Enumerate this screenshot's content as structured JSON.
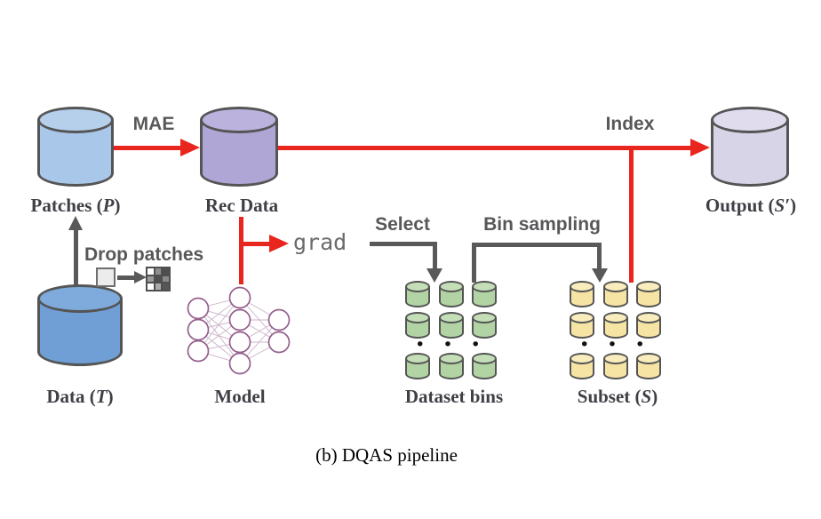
{
  "diagram": {
    "caption": "(b) DQAS pipeline",
    "nodes": {
      "patches": {
        "pre": "Patches (",
        "var": "P",
        "post": ")"
      },
      "rec_data": {
        "pre": "Rec Data"
      },
      "output": {
        "pre": "Output (",
        "var": "S′",
        "post": ")"
      },
      "data": {
        "pre": "Data (",
        "var": "T",
        "post": ")"
      },
      "model": {
        "pre": "Model"
      },
      "dataset_bins": {
        "pre": "Dataset bins"
      },
      "subset": {
        "pre": "Subset (",
        "var": "S",
        "post": ")"
      }
    },
    "edges": {
      "mae": "MAE",
      "index": "Index",
      "drop_patches": "Drop patches",
      "grad": "grad",
      "select": "Select",
      "bin_sampling": "Bin sampling"
    },
    "ellipsis": "• • •",
    "colors": {
      "red_arrow": "#e9261d",
      "gray_arrow": "#595959",
      "cylinder_stroke": "#555555",
      "patches_fill": "#a9c7e8",
      "data_fill": "#6f9fd4",
      "rec_data_fill": "#b0a6d6",
      "output_fill": "#d8d4e8",
      "dataset_bin_fill": "#b2d4a4",
      "subset_fill": "#f6e4a4",
      "model_node_stroke": "#95608c"
    }
  }
}
